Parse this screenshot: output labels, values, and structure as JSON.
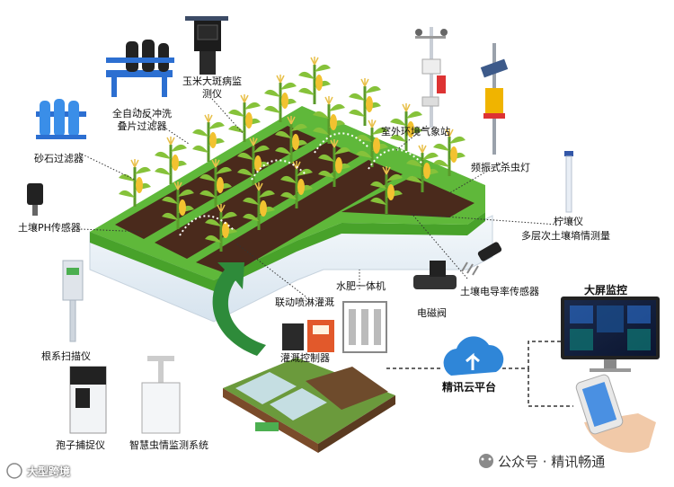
{
  "labels": {
    "corn_disease_monitor": "玉米大斑病监测仪",
    "auto_backwash_filter": "全自动反冲洗叠片过滤器",
    "sand_filter": "砂石过滤器",
    "weather_station": "室外环境气象站",
    "insect_lamp": "频振式杀虫灯",
    "soil_ph_sensor": "土壤PH传感器",
    "soil_moisture_meter_1": "柠壤仪",
    "soil_moisture_meter_2": "多层次土壤墒情测量",
    "fertilizer_machine": "水肥一体机",
    "linked_spray_irrigation": "联动喷淋灌溉",
    "soil_conductivity_sensor": "土壤电导率传感器",
    "solenoid_valve": "电磁阀",
    "root_scanner": "根系扫描仪",
    "irrigation_controller": "灌溉控制器",
    "big_screen": "大屏监控",
    "cloud_platform": "精讯云平台",
    "spore_trap": "孢子捕捉仪",
    "insect_monitor": "智慧虫情监测系统"
  },
  "watermark": {
    "wechat": "公众号 · 精讯畅通",
    "left_logo": "大型跨境"
  },
  "colors": {
    "grass": "#5fb83a",
    "soil": "#4a2a1c",
    "base": "#e6eff6",
    "cloud": "#2f86d8",
    "arrow": "#2e8b3a"
  }
}
